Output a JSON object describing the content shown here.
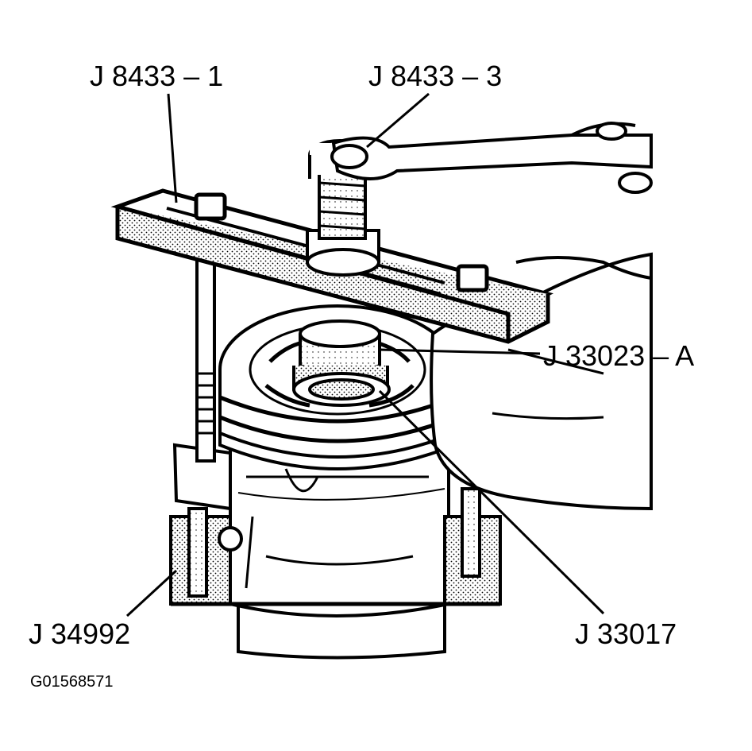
{
  "labels": {
    "j8433_1": "J 8433 – 1",
    "j8433_3": "J 8433 – 3",
    "j33023_a": "J 33023 – A",
    "j34992": "J 34992",
    "j33017": "J 33017"
  },
  "figure_id": "G01568571",
  "colors": {
    "ink": "#000000",
    "paper": "#ffffff"
  }
}
